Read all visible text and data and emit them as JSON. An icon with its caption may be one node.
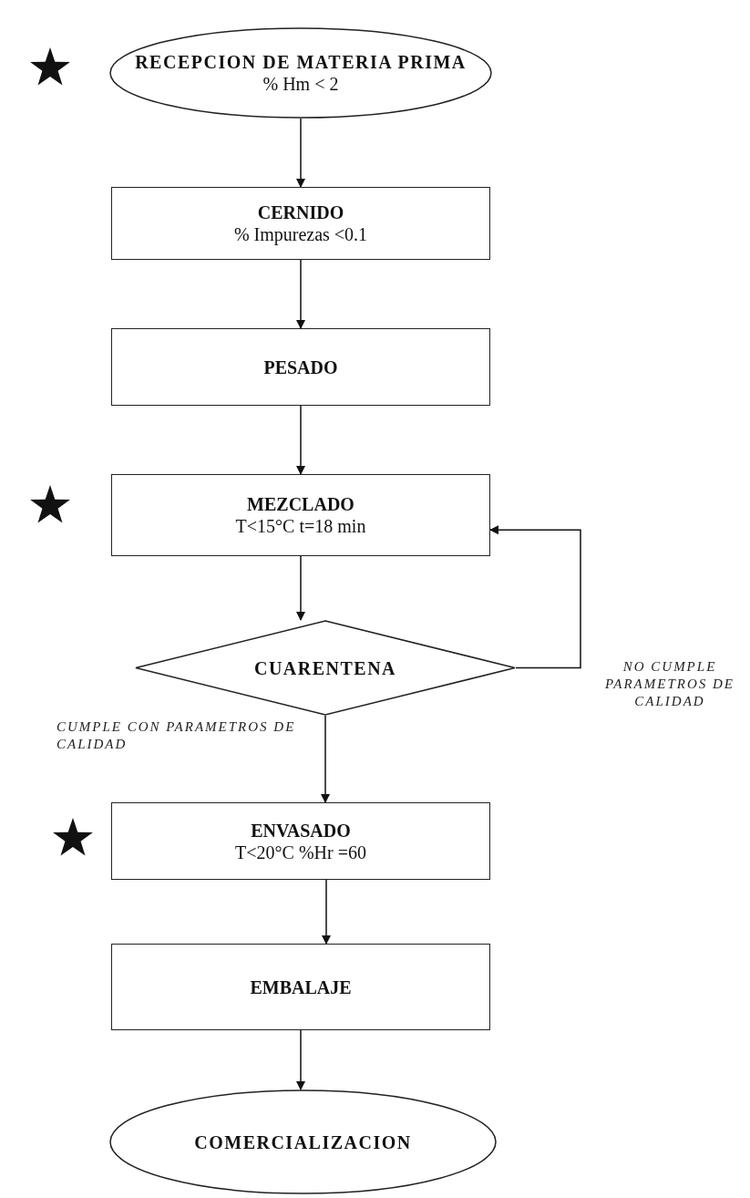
{
  "diagram": {
    "nodes": [
      {
        "text": [
          "RECEPCION DE MATERIA PRIMA",
          "% Hm < 2"
        ]
      },
      {
        "text": [
          "CERNIDO",
          "% Impurezas <0.1"
        ]
      },
      {
        "text": [
          "PESADO"
        ]
      },
      {
        "text": [
          "MEZCLADO",
          "T<15°C  t=18 min"
        ]
      },
      {
        "text": [
          "CUARENTENA"
        ]
      },
      {
        "text": [
          "ENVASADO",
          "T<20°C  %Hr =60"
        ]
      },
      {
        "text": [
          "EMBALAJE"
        ]
      },
      {
        "text": [
          "COMERCIALIZACION"
        ]
      }
    ],
    "edges": [
      {
        "from": 0,
        "to": 1,
        "arrow": "to"
      },
      {
        "from": 1,
        "to": 2,
        "arrow": "to"
      },
      {
        "from": 2,
        "to": 3,
        "arrow": "to"
      },
      {
        "from": 3,
        "to": 4,
        "arrow": "to"
      },
      {
        "from": 4,
        "to": 3,
        "arrow": "to",
        "label": "NO CUMPLE PARAMETROS DE CALIDAD"
      },
      {
        "from": 4,
        "to": 5,
        "arrow": "to",
        "label": "CUMPLE CON PARAMETROS DE CALIDAD"
      },
      {
        "from": 5,
        "to": 6,
        "arrow": "to"
      },
      {
        "from": 6,
        "to": 7,
        "arrow": "to"
      }
    ]
  }
}
